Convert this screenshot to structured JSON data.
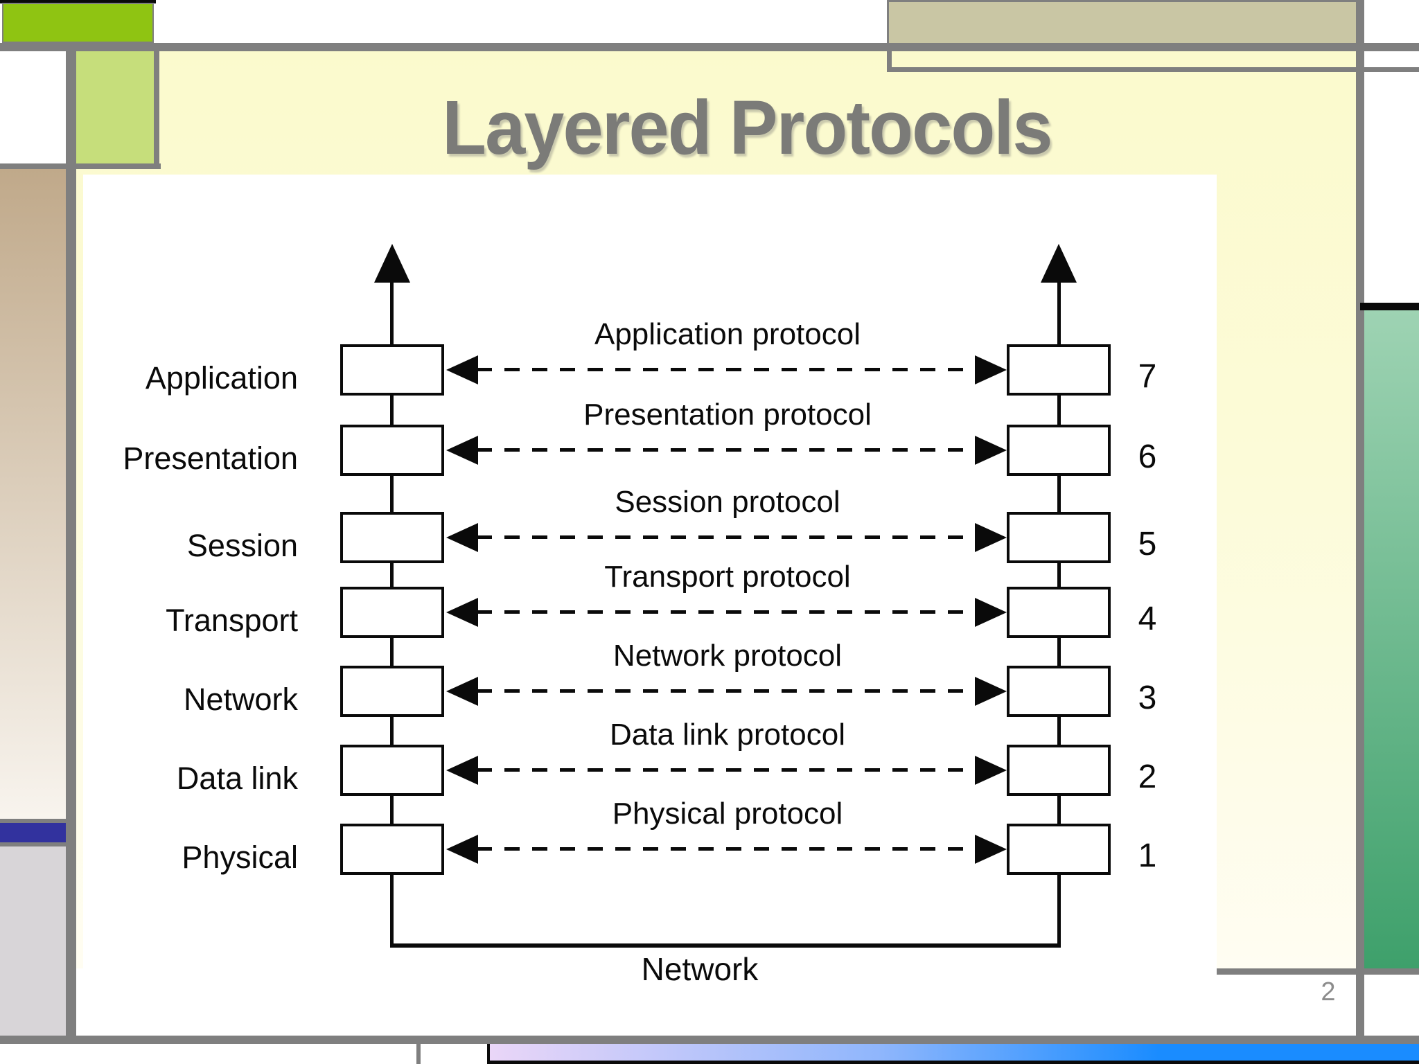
{
  "slide": {
    "title": "Layered Protocols",
    "page_number": "2",
    "diagram": {
      "rows": [
        {
          "layer": "Application",
          "protocol": "Application protocol",
          "number": "7"
        },
        {
          "layer": "Presentation",
          "protocol": "Presentation protocol",
          "number": "6"
        },
        {
          "layer": "Session",
          "protocol": "Session protocol",
          "number": "5"
        },
        {
          "layer": "Transport",
          "protocol": "Transport protocol",
          "number": "4"
        },
        {
          "layer": "Network",
          "protocol": "Network protocol",
          "number": "3"
        },
        {
          "layer": "Data link",
          "protocol": "Data link protocol",
          "number": "2"
        },
        {
          "layer": "Physical",
          "protocol": "Physical protocol",
          "number": "1"
        }
      ],
      "bottom_label": "Network"
    }
  },
  "colors": {
    "frame_gray": "#7f7f7f",
    "black": "#0a0a0a",
    "green_bright": "#8fc412",
    "green_light": "#c6de7b",
    "tan_block": "#c9c6a4",
    "tan_strip_top": "#c0a98a",
    "tan_strip_bottom": "#f8f4ee",
    "blue_block": "#32329e",
    "gray_block": "#d8d5d8",
    "green_strip_top": "#9ed3b3",
    "green_strip_bottom": "#3ea06b",
    "bar_lavender": "#ead6f8",
    "bar_blue": "#1a8cff",
    "slide_yellow": "#fbfacd",
    "slide_yellow_fade": "#fffdf2",
    "title_gray": "#7b7b78",
    "page_gray": "#8c8c8c"
  }
}
